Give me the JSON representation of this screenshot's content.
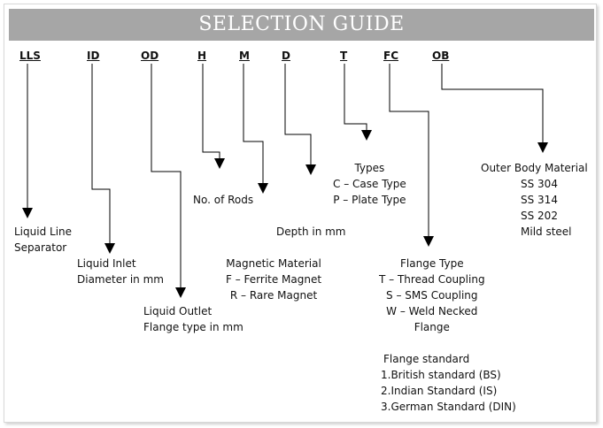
{
  "title": "SELECTION GUIDE",
  "codes": {
    "lls": "LLS",
    "id": "ID",
    "od": "OD",
    "h": "H",
    "m": "M",
    "d": "D",
    "t": "T",
    "fc": "FC",
    "ob": "OB"
  },
  "labels": {
    "lls": [
      "Liquid Line",
      "Separator"
    ],
    "id": [
      "Liquid Inlet",
      "Diameter in mm"
    ],
    "od": [
      "Liquid Outlet",
      "Flange type in mm"
    ],
    "h": [
      "No. of Rods"
    ],
    "m": [
      "Magnetic Material",
      "F – Ferrite Magnet",
      "R – Rare Magnet"
    ],
    "d": [
      "Depth in mm"
    ],
    "t": [
      "Types",
      "C – Case Type",
      "P – Plate Type"
    ],
    "fc": [
      "Flange Type",
      "T – Thread Coupling",
      "S – SMS Coupling",
      "W – Weld Necked",
      "Flange"
    ],
    "ob": [
      "Outer Body Material",
      "SS 304",
      "SS 314",
      "SS 202",
      "Mild steel"
    ],
    "flange_standard": [
      "Flange standard",
      "1.British standard (BS)",
      "2.Indian Standard (IS)",
      "3.German Standard (DIN)"
    ]
  },
  "colors": {
    "header_bg": "#a6a6a6",
    "header_text": "#ffffff",
    "line": "#000000"
  }
}
